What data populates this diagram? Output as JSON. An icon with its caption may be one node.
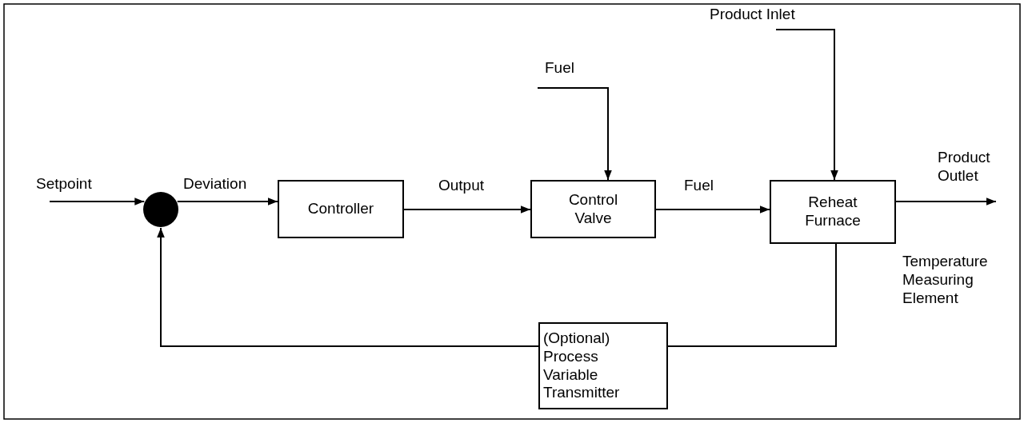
{
  "diagram": {
    "nodes": [
      {
        "text": [],
        "shape": "circle"
      },
      {
        "text": [
          "Controller"
        ]
      },
      {
        "text": [
          "Control Valve"
        ]
      },
      {
        "text": [
          "Reheat Furnace"
        ]
      },
      {
        "text": [
          "(Optional) Process Variable Transmitter"
        ]
      }
    ],
    "edges": [
      {
        "from": null,
        "to": 0,
        "arrow": "to",
        "label": "Setpoint"
      },
      {
        "from": 0,
        "to": 1,
        "arrow": "to",
        "label": "Deviation"
      },
      {
        "from": 1,
        "to": 2,
        "arrow": "to",
        "label": "Output"
      },
      {
        "from": 2,
        "to": 3,
        "arrow": "to",
        "label": "Fuel"
      },
      {
        "from": 3,
        "to": null,
        "arrow": "to",
        "label": "Product Outlet"
      },
      {
        "from": null,
        "to": 2,
        "arrow": "to",
        "label": "Fuel"
      },
      {
        "from": null,
        "to": 3,
        "arrow": "to",
        "label": "Product Inlet"
      },
      {
        "from": 3,
        "to": 4,
        "arrow": "none",
        "label": "Temperature Measuring Element"
      },
      {
        "from": 4,
        "to": 0,
        "arrow": "to"
      }
    ]
  }
}
